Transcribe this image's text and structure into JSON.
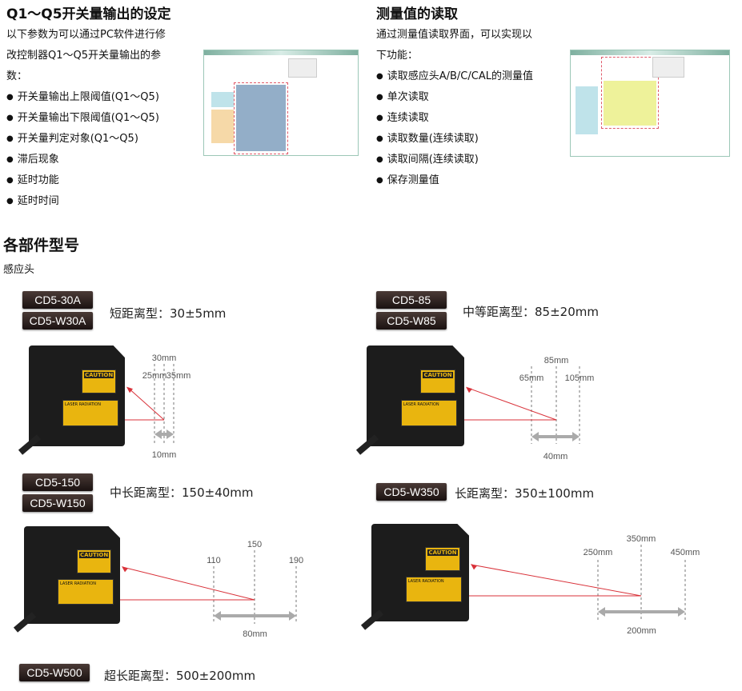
{
  "left": {
    "title": "Q1～Q5开关量输出的设定",
    "intro": [
      "以下参数为可以通过PC软件进行修",
      "改控制器Q1～Q5开关量输出的参",
      "数："
    ],
    "bullets": [
      "开关量输出上限阈值(Q1～Q5)",
      "开关量输出下限阈值(Q1～Q5)",
      "开关量判定对象(Q1～Q5)",
      "滞后现象",
      "延时功能",
      "延时时间"
    ]
  },
  "right": {
    "title": "测量值的读取",
    "intro": [
      "通过测量值读取界面，可以实现以",
      "下功能："
    ],
    "bullets": [
      "读取感应头A/B/C/CAL的测量值",
      "单次读取",
      "连续读取",
      "读取数量(连续读取)",
      "读取间隔(连续读取)",
      "保存测量值"
    ]
  },
  "section": {
    "title": "各部件型号",
    "subtitle": "感应头"
  },
  "sensor_label": {
    "caution": "CAUTION",
    "laser": "LASER RADIATION"
  },
  "models": [
    {
      "badges": [
        "CD5-30A",
        "CD5-W30A"
      ],
      "desc": "短距离型：30±5mm",
      "ticks": [
        "25mm",
        "30mm",
        "35mm"
      ],
      "range": "10mm"
    },
    {
      "badges": [
        "CD5-85",
        "CD5-W85"
      ],
      "desc": "中等距离型：85±20mm",
      "ticks": [
        "65mm",
        "85mm",
        "105mm"
      ],
      "range": "40mm"
    },
    {
      "badges": [
        "CD5-150",
        "CD5-W150"
      ],
      "desc": "中长距离型：150±40mm",
      "ticks": [
        "110",
        "150",
        "190"
      ],
      "range": "80mm"
    },
    {
      "badges": [
        "CD5-W350"
      ],
      "desc": "长距离型：350±100mm",
      "ticks": [
        "250mm",
        "350mm",
        "450mm"
      ],
      "range": "200mm"
    },
    {
      "badges": [
        "CD5-W500"
      ],
      "desc": "超长距离型：500±200mm"
    }
  ],
  "colors": {
    "laser": "#d9323a",
    "badge": "#2a1f1d",
    "label": "#e9b50f"
  }
}
